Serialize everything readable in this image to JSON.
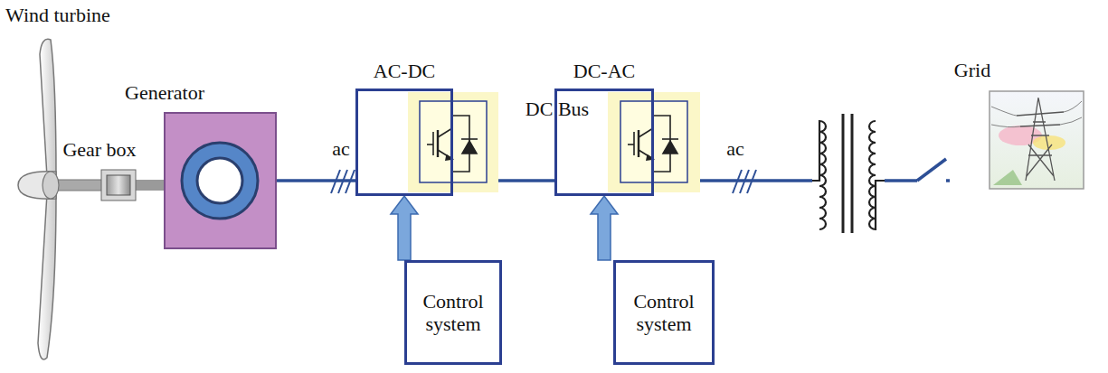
{
  "diagram": {
    "nodes": [
      {
        "text": [
          "Gear box"
        ]
      },
      {
        "text": [
          "Generator"
        ]
      },
      {
        "text": [
          "AC-DC"
        ]
      },
      {
        "text": [
          "DC-AC"
        ]
      },
      {
        "text": [
          "Control system"
        ]
      },
      {
        "text": [
          "Control system"
        ]
      },
      {
        "text": [
          "Grid"
        ]
      }
    ],
    "edges": [
      {
        "from": 0,
        "to": 1,
        "arrow": "none"
      },
      {
        "from": 1,
        "to": 2,
        "arrow": "none",
        "label": "ac"
      },
      {
        "from": 2,
        "to": 3,
        "arrow": "none",
        "label": "DC Bus"
      },
      {
        "from": 4,
        "to": 2,
        "arrow": "to"
      },
      {
        "from": 5,
        "to": 3,
        "arrow": "to"
      },
      {
        "from": 3,
        "to": 6,
        "arrow": "none",
        "label": "ac"
      }
    ],
    "labels": [
      "Wind turbine"
    ]
  }
}
